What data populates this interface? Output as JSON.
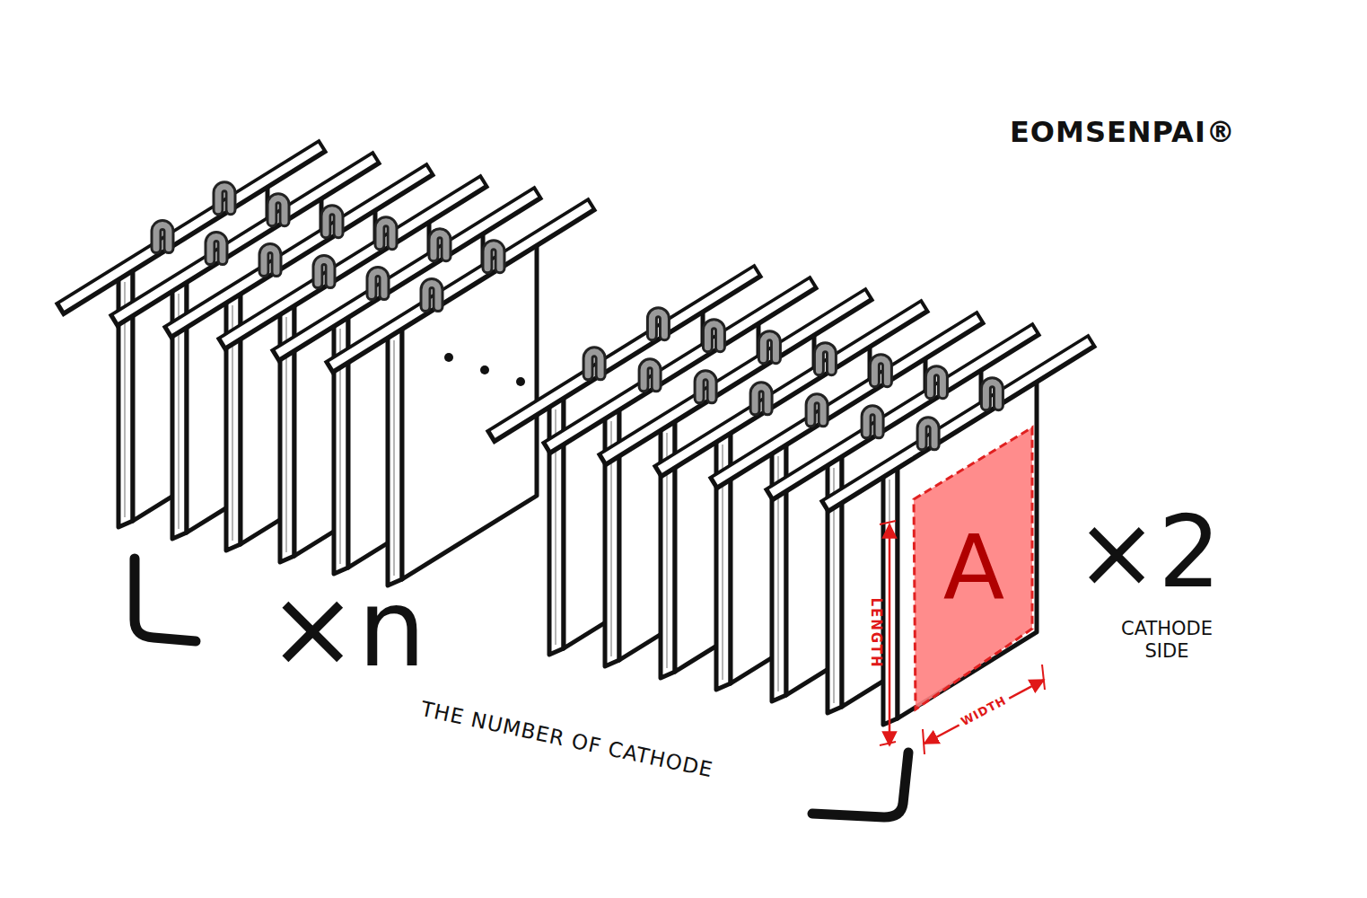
{
  "diagram": {
    "nodes": [
      {
        "text": [
          "A"
        ]
      }
    ],
    "labels": [
      "EOMSENPAI®",
      "×n",
      "THE NUMBER OF CATHODE",
      "LENGTH",
      "WIDTH",
      "×2",
      "CATHODE SIDE"
    ]
  }
}
